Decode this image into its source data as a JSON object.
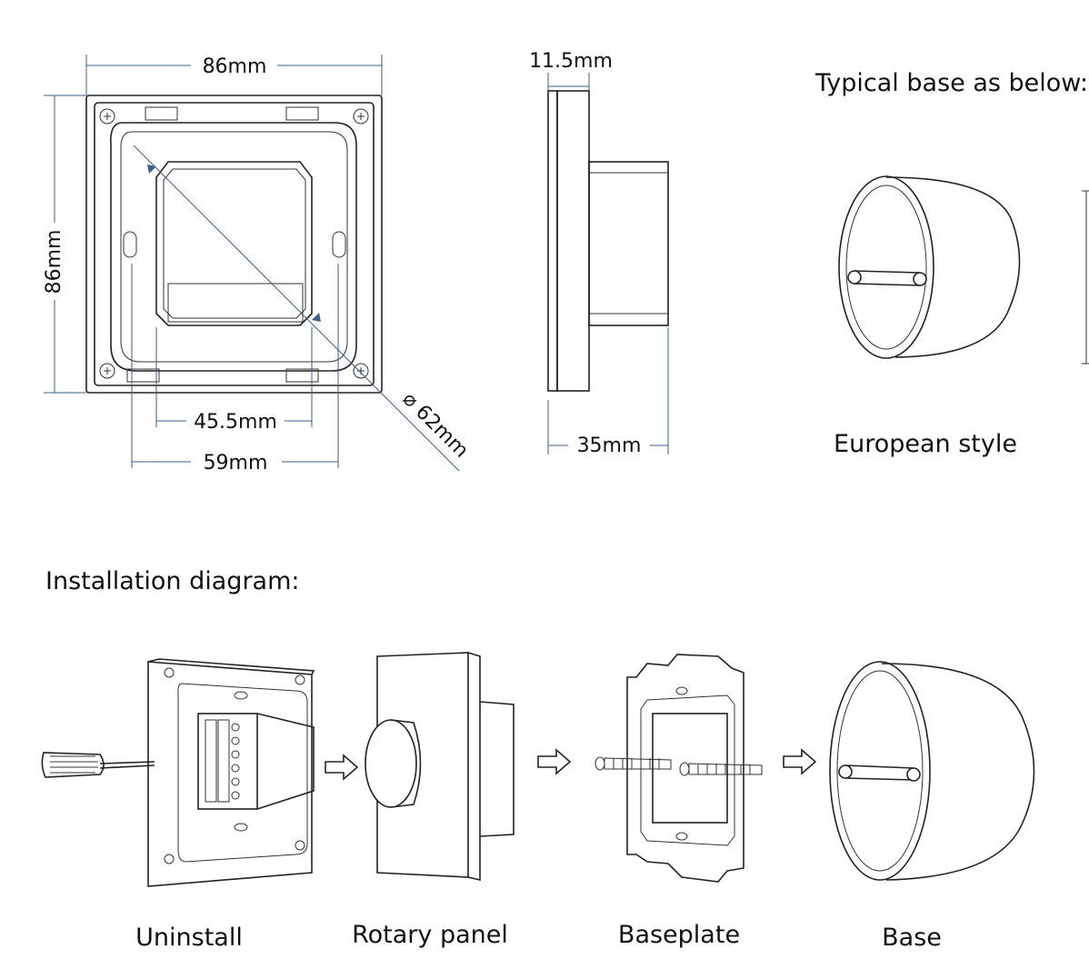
{
  "dimensions": {
    "width_label": "86mm",
    "height_label": "86mm",
    "inner_width_label": "45.5mm",
    "base_width_label": "59mm",
    "diameter_label": "⌀ 62mm",
    "thickness_label": "11.5mm",
    "depth_label": "35mm"
  },
  "typical_base": {
    "heading": "Typical base as below:",
    "caption": "European style"
  },
  "installation": {
    "heading": "Installation diagram:",
    "steps": [
      {
        "caption": "Uninstall"
      },
      {
        "caption": "Rotary panel"
      },
      {
        "caption": "Baseplate"
      },
      {
        "caption": "Base"
      }
    ]
  },
  "colors": {
    "outline": "#222222",
    "dimension_line": "#3a5f8a"
  }
}
